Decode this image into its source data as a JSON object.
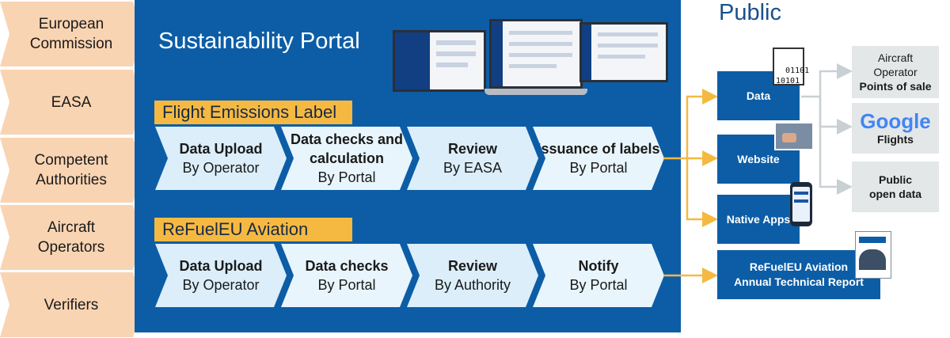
{
  "stakeholders": [
    "European\nCommission",
    "EASA",
    "Competent\nAuthorities",
    "Aircraft\nOperators",
    "Verifiers"
  ],
  "portal": {
    "title": "Sustainability Portal",
    "flight_label": {
      "tag": "Flight Emissions Label",
      "steps": [
        {
          "bold": "Data Upload",
          "normal": "By Operator"
        },
        {
          "bold": "Data checks and calculation",
          "normal": "By Portal"
        },
        {
          "bold": "Review",
          "normal": "By EASA"
        },
        {
          "bold": "Issuance of labels",
          "normal": "By Portal"
        }
      ]
    },
    "refuel": {
      "tag": "ReFuelEU Aviation",
      "steps": [
        {
          "bold": "Data Upload",
          "normal": "By Operator"
        },
        {
          "bold": "Data checks",
          "normal": "By Portal"
        },
        {
          "bold": "Review",
          "normal": "By Authority"
        },
        {
          "bold": "Notify",
          "normal": "By Portal"
        }
      ]
    }
  },
  "public": {
    "title": "Public",
    "channels": {
      "data": "Data",
      "website": "Website",
      "apps": "Native Apps",
      "report": "ReFuelEU Aviation\nAnnual Technical Report"
    },
    "consumers": {
      "operator": {
        "line1": "Aircraft",
        "line2": "Operator",
        "bold": "Points of sale"
      },
      "google": {
        "logo": "Google",
        "bold": "Flights"
      },
      "open_data": {
        "bold": "Public\nopen data"
      }
    },
    "binary_icon": "01101\n10101"
  },
  "colors": {
    "panel": "#0c5da6",
    "stakeholder": "#f9d4b2",
    "tag": "#f5b942",
    "step": "#dbeefa",
    "arrow": "#f5b942",
    "connector": "#c9d0d3"
  },
  "icons": [
    "laptop-icon",
    "monitor-icon",
    "document-icon",
    "photo-icon",
    "phone-icon",
    "report-icon"
  ]
}
